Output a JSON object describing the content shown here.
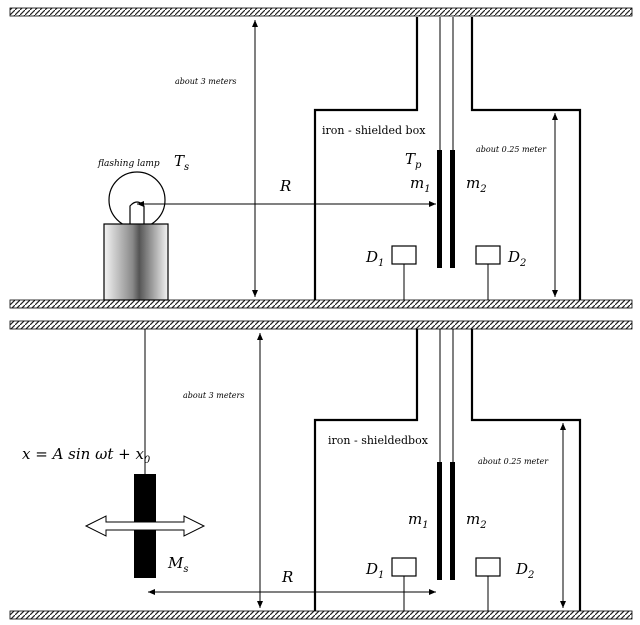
{
  "top": {
    "distance_label": "about 3 meters",
    "box_label": "iron - shielded  box",
    "box_distance_label": "about 0.25 meter",
    "lamp_label": "flashing lamp",
    "lamp_symbol": "T",
    "lamp_symbol_sub": "s",
    "tp_symbol": "T",
    "tp_symbol_sub": "p",
    "r_label": "R",
    "m1": "m",
    "m1_sub": "1",
    "m2": "m",
    "m2_sub": "2",
    "d1": "D",
    "d1_sub": "1",
    "d2": "D",
    "d2_sub": "2"
  },
  "bottom": {
    "distance_label": "about 3 meters",
    "box_label": "iron - shieldedbox",
    "box_distance_label": "about 0.25 meter",
    "equation": "x = A sin ωt + x",
    "equation_sub": "0",
    "ms": "M",
    "ms_sub": "s",
    "r_label": "R",
    "m1": "m",
    "m1_sub": "1",
    "m2": "m",
    "m2_sub": "2",
    "d1": "D",
    "d1_sub": "1",
    "d2": "D",
    "d2_sub": "2"
  }
}
